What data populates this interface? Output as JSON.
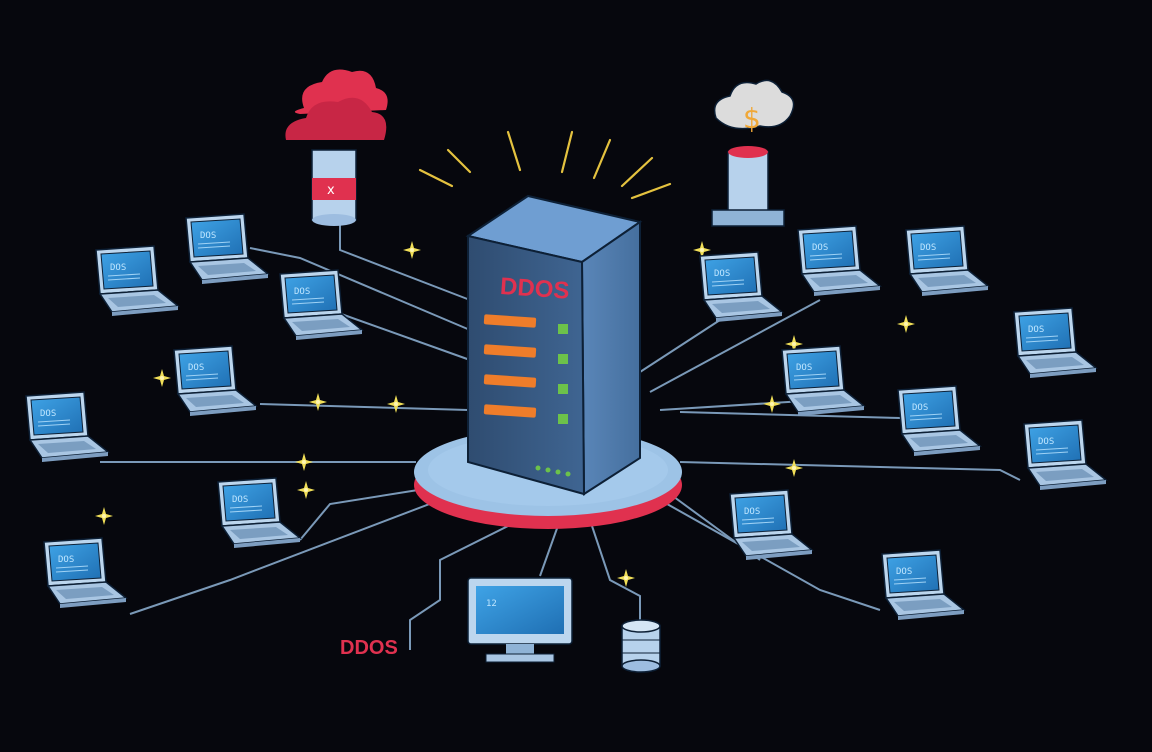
{
  "server": {
    "label": "DDOS",
    "label_color": "#e0314f"
  },
  "caption": {
    "text": "DDOS",
    "color": "#e0314f"
  },
  "attack_cloud": {
    "mark": "x",
    "icon": "cloud-icon"
  },
  "finance_db": {
    "mark": "$",
    "icon": "dollar-cloud-icon"
  },
  "monitor": {
    "text": "12"
  },
  "laptops": [
    {
      "screen_text": "DOS"
    },
    {
      "screen_text": "DOS"
    },
    {
      "screen_text": "DOS"
    },
    {
      "screen_text": "DOS"
    },
    {
      "screen_text": "DOS"
    },
    {
      "screen_text": "DOS"
    },
    {
      "screen_text": "DOS"
    },
    {
      "screen_text": "DOS"
    },
    {
      "screen_text": "DOS"
    },
    {
      "screen_text": "DOS"
    },
    {
      "screen_text": "DOS"
    },
    {
      "screen_text": "DOS"
    },
    {
      "screen_text": "DOS"
    },
    {
      "screen_text": "DOS"
    },
    {
      "screen_text": "DOS"
    },
    {
      "screen_text": "DOS"
    }
  ],
  "colors": {
    "background": "#06070d",
    "laptop_screen": "#2a84c8",
    "laptop_body": "#b9d3ea",
    "server_body": "#3d5f86",
    "platform_top": "#9dc3e6",
    "platform_rim": "#e0314f",
    "led_orange": "#ef7d2a",
    "led_green": "#6cc24a",
    "spark": "#e8d44a",
    "wire": "#8fb3d6"
  }
}
